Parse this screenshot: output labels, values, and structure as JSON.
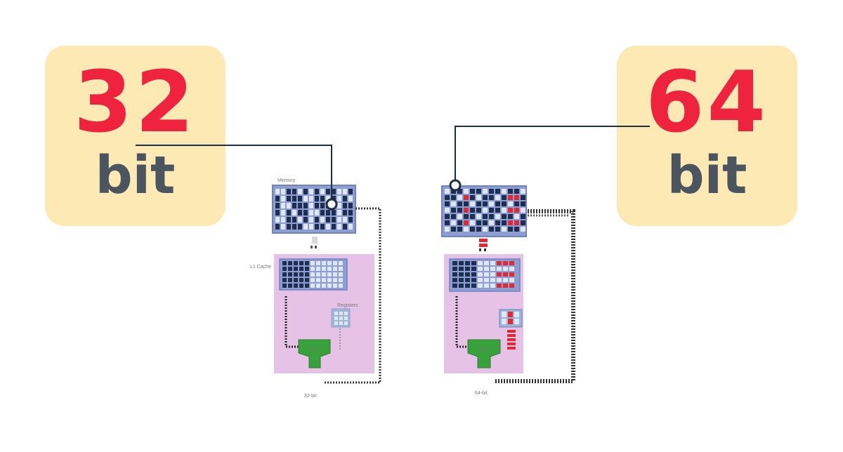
{
  "left_badge": {
    "number": "32",
    "unit": "bit"
  },
  "right_badge": {
    "number": "64",
    "unit": "bit"
  },
  "colors": {
    "badge_bg": "#fde9b4",
    "number": "#f0233f",
    "unit": "#4a5560",
    "connector": "#1e2d45",
    "register_panel": "#8c9ed2",
    "processor_panel": "#e6c3e6",
    "alu": "#39a13c",
    "highlight": "#e02a33"
  },
  "left_diagram": {
    "caption": "32-bit",
    "memory_label": "Memory",
    "cache_label": "L1 Cache",
    "registers_label": "Registers",
    "alu_label": "ALU"
  },
  "right_diagram": {
    "caption": "64-bit",
    "alu_label": "ALU"
  }
}
